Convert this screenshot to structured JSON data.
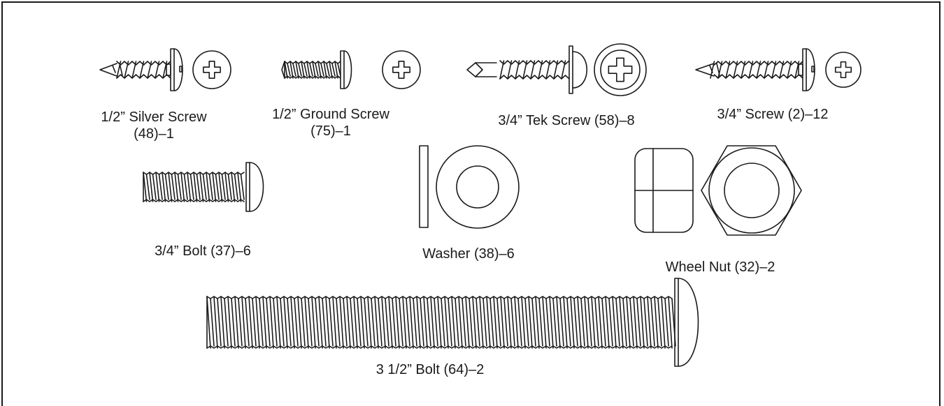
{
  "parts": [
    {
      "id": "silver-screw",
      "name_line": "1/2” Silver Screw",
      "qty_line": "(48)–1"
    },
    {
      "id": "ground-screw",
      "name_line": "1/2” Ground Screw",
      "qty_line": "(75)–1"
    },
    {
      "id": "tek-screw",
      "label": "3/4” Tek Screw (58)–8"
    },
    {
      "id": "screw",
      "label": "3/4” Screw (2)–12"
    },
    {
      "id": "bolt-short",
      "label": "3/4” Bolt (37)–6"
    },
    {
      "id": "washer",
      "label": "Washer (38)–6"
    },
    {
      "id": "wheel-nut",
      "label": "Wheel Nut (32)–2"
    },
    {
      "id": "bolt-long",
      "label": "3 1/2” Bolt (64)–2"
    }
  ],
  "colors": {
    "line": "#1a1a1a",
    "background": "#ffffff"
  }
}
